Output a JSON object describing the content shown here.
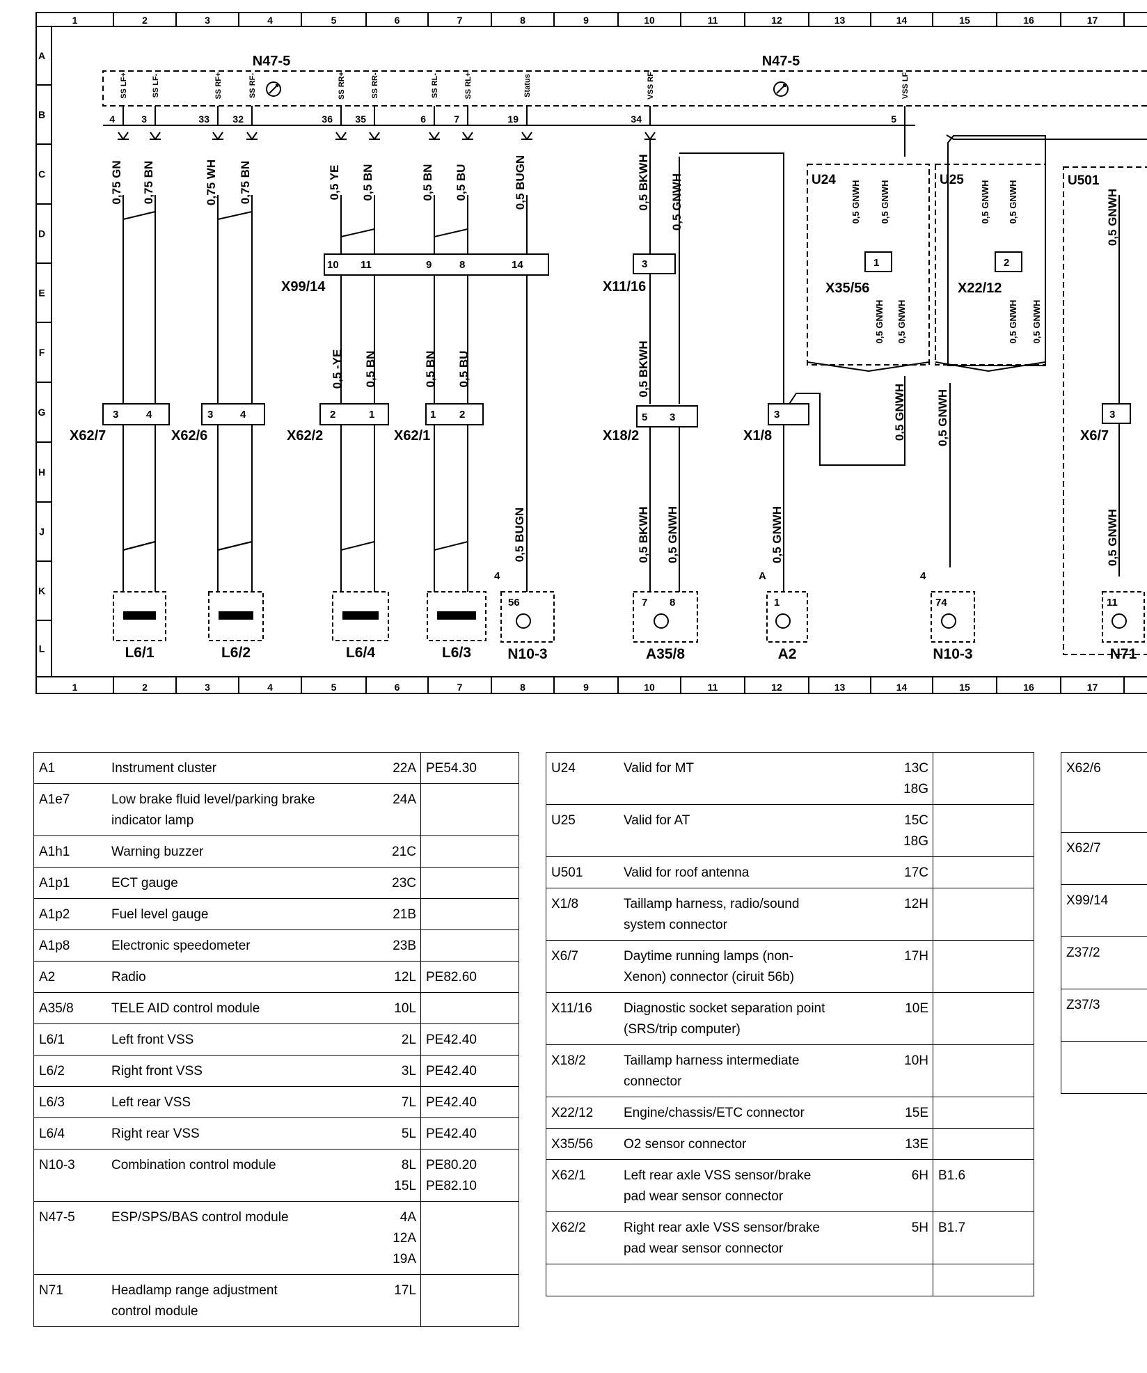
{
  "diagram": {
    "col_numbers": [
      "1",
      "2",
      "3",
      "4",
      "5",
      "6",
      "7",
      "8",
      "9",
      "10",
      "11",
      "12",
      "13",
      "14",
      "15",
      "16",
      "17"
    ],
    "row_letters": [
      "A",
      "B",
      "C",
      "D",
      "E",
      "F",
      "G",
      "H",
      "J",
      "K",
      "L"
    ],
    "module_label_a": "N47-5",
    "module_label_b": "N47-5",
    "pins_top": [
      {
        "pin": "4",
        "sig": "SS LF+",
        "wire": "0,75 GN"
      },
      {
        "pin": "3",
        "sig": "SS LF-",
        "wire": "0,75 BN"
      },
      {
        "pin": "33",
        "sig": "SS RF+",
        "wire": "0,75 WH"
      },
      {
        "pin": "32",
        "sig": "SS RF-",
        "wire": "0,75 BN"
      },
      {
        "pin": "36",
        "sig": "SS RR+",
        "wire": "0,5 YE"
      },
      {
        "pin": "35",
        "sig": "SS RR-",
        "wire": "0,5 BN"
      },
      {
        "pin": "6",
        "sig": "SS RL-",
        "wire": "0,5 BN"
      },
      {
        "pin": "7",
        "sig": "SS RL+",
        "wire": "0,5 BU"
      },
      {
        "pin": "19",
        "sig": "Status",
        "wire": "0,5 BUGN"
      },
      {
        "pin": "34",
        "sig": "VSS RF",
        "wire": "0,5 BKWH"
      },
      {
        "pin": "5",
        "sig": "VSS LF",
        "wire": ""
      }
    ],
    "wire_gnwh": "0,5 GNWH",
    "wire_ye_lower": "0,5 -YE",
    "wire_bn": "0,5 BN",
    "wire_bu": "0,5 BU",
    "wire_bugn": "0,5 BUGN",
    "wire_bkwh": "0,5 BKWH",
    "connectors": {
      "x99_14": {
        "label": "X99/14",
        "pins": [
          "10",
          "11",
          "9",
          "8",
          "14"
        ]
      },
      "x11_16": {
        "label": "X11/16",
        "pins": [
          "3"
        ]
      },
      "x35_56": {
        "label": "X35/56",
        "pins": [
          "1"
        ]
      },
      "x22_12": {
        "label": "X22/12",
        "pins": [
          "2"
        ]
      },
      "x62_7": {
        "label": "X62/7",
        "pins": [
          "3",
          "4"
        ]
      },
      "x62_6": {
        "label": "X62/6",
        "pins": [
          "3",
          "4"
        ]
      },
      "x62_2": {
        "label": "X62/2",
        "pins": [
          "2",
          "1"
        ]
      },
      "x62_1": {
        "label": "X62/1",
        "pins": [
          "1",
          "2"
        ]
      },
      "x18_2": {
        "label": "X18/2",
        "pins": [
          "5",
          "3"
        ]
      },
      "x1_8": {
        "label": "X1/8",
        "pins": [
          "3"
        ]
      },
      "x6_7": {
        "label": "X6/7",
        "pins": [
          "3"
        ]
      }
    },
    "boxes": {
      "u24": "U24",
      "u25": "U25",
      "u501": "U501"
    },
    "components": [
      {
        "label": "L6/1"
      },
      {
        "label": "L6/2"
      },
      {
        "label": "L6/4"
      },
      {
        "label": "L6/3"
      },
      {
        "label": "N10-3",
        "pin": "56",
        "ref": "4"
      },
      {
        "label": "A35/8",
        "pins": [
          "7",
          "8"
        ]
      },
      {
        "label": "A2",
        "pin": "1",
        "ref": "A"
      },
      {
        "label": "N10-3",
        "pin": "74",
        "ref": "4"
      },
      {
        "label": "N71",
        "pin": "11"
      }
    ]
  },
  "legend_left": [
    {
      "code": "A1",
      "desc": [
        "Instrument cluster"
      ],
      "loc": [
        "22A"
      ],
      "ref": [
        "PE54.30"
      ]
    },
    {
      "code": "A1e7",
      "desc": [
        "Low brake fluid level/parking brake",
        "indicator lamp"
      ],
      "loc": [
        "24A"
      ],
      "ref": []
    },
    {
      "code": "A1h1",
      "desc": [
        "Warning buzzer"
      ],
      "loc": [
        "21C"
      ],
      "ref": []
    },
    {
      "code": "A1p1",
      "desc": [
        "ECT gauge"
      ],
      "loc": [
        "23C"
      ],
      "ref": []
    },
    {
      "code": "A1p2",
      "desc": [
        "Fuel level gauge"
      ],
      "loc": [
        "21B"
      ],
      "ref": []
    },
    {
      "code": "A1p8",
      "desc": [
        "Electronic speedometer"
      ],
      "loc": [
        "23B"
      ],
      "ref": []
    },
    {
      "code": "A2",
      "desc": [
        "Radio"
      ],
      "loc": [
        "12L"
      ],
      "ref": [
        "PE82.60"
      ]
    },
    {
      "code": "A35/8",
      "desc": [
        "TELE AID control module"
      ],
      "loc": [
        "10L"
      ],
      "ref": []
    },
    {
      "code": "L6/1",
      "desc": [
        "Left front VSS"
      ],
      "loc": [
        "2L"
      ],
      "ref": [
        "PE42.40"
      ]
    },
    {
      "code": "L6/2",
      "desc": [
        "Right front VSS"
      ],
      "loc": [
        "3L"
      ],
      "ref": [
        "PE42.40"
      ]
    },
    {
      "code": "L6/3",
      "desc": [
        "Left rear VSS"
      ],
      "loc": [
        "7L"
      ],
      "ref": [
        "PE42.40"
      ]
    },
    {
      "code": "L6/4",
      "desc": [
        "Right rear VSS"
      ],
      "loc": [
        "5L"
      ],
      "ref": [
        "PE42.40"
      ]
    },
    {
      "code": "N10-3",
      "desc": [
        "Combination control module"
      ],
      "loc": [
        "8L",
        "15L"
      ],
      "ref": [
        "PE80.20",
        "PE82.10"
      ]
    },
    {
      "code": "N47-5",
      "desc": [
        "ESP/SPS/BAS control module"
      ],
      "loc": [
        "4A",
        "12A",
        "19A"
      ],
      "ref": []
    },
    {
      "code": "N71",
      "desc": [
        "Headlamp range adjustment",
        "control module"
      ],
      "loc": [
        "17L"
      ],
      "ref": []
    }
  ],
  "legend_mid": [
    {
      "code": "U24",
      "desc": [
        "Valid for MT"
      ],
      "loc": [
        "13C",
        "18G"
      ],
      "ref": []
    },
    {
      "code": "U25",
      "desc": [
        "Valid for AT"
      ],
      "loc": [
        "15C",
        "18G"
      ],
      "ref": []
    },
    {
      "code": "U501",
      "desc": [
        "Valid for roof antenna"
      ],
      "loc": [
        "17C"
      ],
      "ref": []
    },
    {
      "code": "X1/8",
      "desc": [
        "Taillamp harness, radio/sound",
        "system connector"
      ],
      "loc": [
        "12H"
      ],
      "ref": []
    },
    {
      "code": "X6/7",
      "desc": [
        "Daytime running lamps (non-",
        "Xenon) connector (ciruit 56b)"
      ],
      "loc": [
        "17H"
      ],
      "ref": []
    },
    {
      "code": "X11/16",
      "desc": [
        "Diagnostic socket separation point",
        "(SRS/trip computer)"
      ],
      "loc": [
        "10E"
      ],
      "ref": []
    },
    {
      "code": "X18/2",
      "desc": [
        "Taillamp harness intermediate",
        "connector"
      ],
      "loc": [
        "10H"
      ],
      "ref": []
    },
    {
      "code": "X22/12",
      "desc": [
        "Engine/chassis/ETC connector"
      ],
      "loc": [
        "15E"
      ],
      "ref": []
    },
    {
      "code": "X35/56",
      "desc": [
        "O2 sensor connector"
      ],
      "loc": [
        "13E"
      ],
      "ref": []
    },
    {
      "code": "X62/1",
      "desc": [
        "Left rear axle VSS sensor/brake",
        "pad wear sensor connector"
      ],
      "loc": [
        "6H"
      ],
      "ref": [
        "B1.6"
      ]
    },
    {
      "code": "X62/2",
      "desc": [
        "Right rear axle VSS sensor/brake",
        "pad wear sensor connector"
      ],
      "loc": [
        "5H"
      ],
      "ref": [
        "B1.7"
      ]
    },
    {
      "code": "",
      "desc": [],
      "loc": [],
      "ref": []
    }
  ],
  "legend_right": [
    {
      "code": "X62/6"
    },
    {
      "code": "X62/7"
    },
    {
      "code": "X99/14"
    },
    {
      "code": "Z37/2"
    },
    {
      "code": "Z37/3"
    },
    {
      "code": ""
    }
  ]
}
